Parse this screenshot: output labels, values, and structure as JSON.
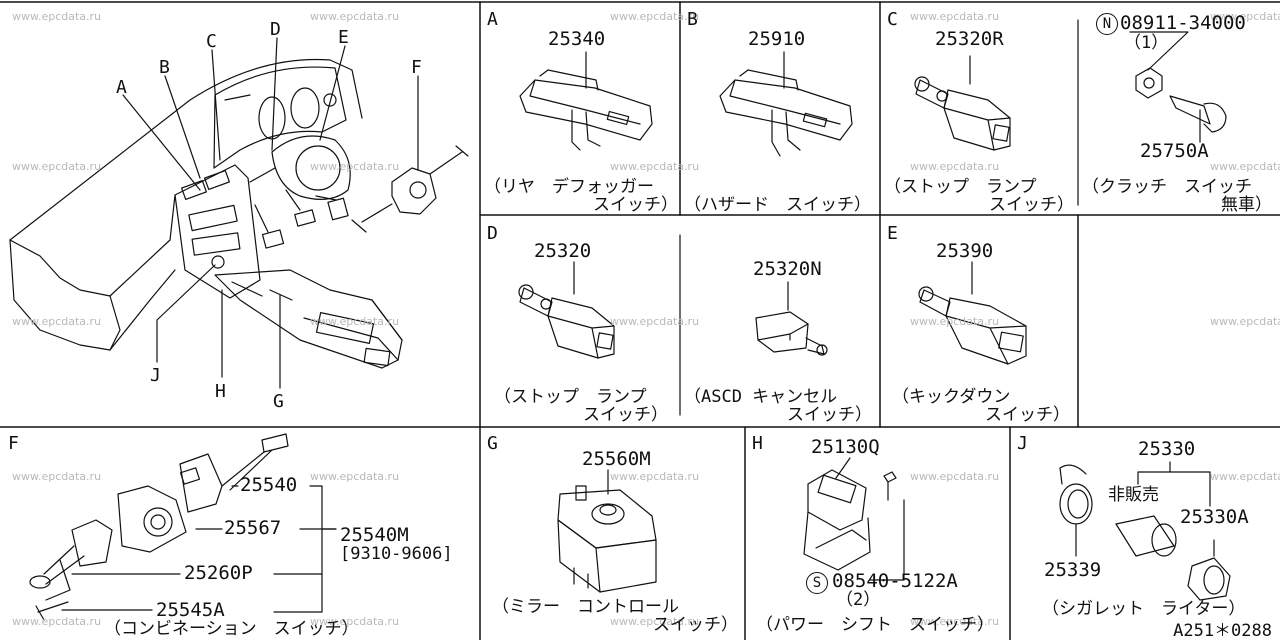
{
  "watermark": "www.epcdata.ru",
  "overview": {
    "callouts": [
      "A",
      "B",
      "C",
      "D",
      "E",
      "F",
      "J",
      "H",
      "G"
    ]
  },
  "panels": {
    "A": {
      "letter": "A",
      "part": "25340",
      "caption_1": "（リヤ　デフォッガー",
      "caption_2": "スイッチ）"
    },
    "B": {
      "letter": "B",
      "part": "25910",
      "caption_1": "（ハザード　スイッチ）"
    },
    "C": {
      "letter": "C",
      "part": "25320R",
      "caption_1": "（ストップ　ランプ",
      "caption_2": "スイッチ）"
    },
    "C2": {
      "marker": "N",
      "part_nut": "08911-34000",
      "qty": "（1）",
      "part_2": "25750A",
      "caption_1": "（クラッチ　スイッチ",
      "caption_2": "無車）"
    },
    "D": {
      "letter": "D",
      "part": "25320",
      "caption_1": "（ストップ　ランプ",
      "caption_2": "スイッチ）"
    },
    "D2": {
      "part": "25320N",
      "caption_1": "（ASCD キャンセル",
      "caption_2": "スイッチ）"
    },
    "E": {
      "letter": "E",
      "part": "25390",
      "caption_1": "（キックダウン",
      "caption_2": "スイッチ）"
    },
    "F": {
      "letter": "F",
      "parts": [
        "25540",
        "25567",
        "25260P",
        "25545A"
      ],
      "assembly": "25540M",
      "assembly_range": "[9310-9606]",
      "caption": "（コンビネーション　スイッチ）"
    },
    "G": {
      "letter": "G",
      "part": "25560M",
      "caption_1": "（ミラー　コントロール",
      "caption_2": "スイッチ）"
    },
    "H": {
      "letter": "H",
      "part": "25130Q",
      "marker": "S",
      "part_bolt": "08540-5122A",
      "qty": "（2）",
      "caption": "（パワー　シフト　スイッチ）"
    },
    "J": {
      "letter": "J",
      "part": "25330",
      "note": "非販売",
      "part_2": "25330A",
      "part_3": "25339",
      "caption": "（シガレット　ライター）"
    }
  },
  "page_code": "A251＊0288"
}
